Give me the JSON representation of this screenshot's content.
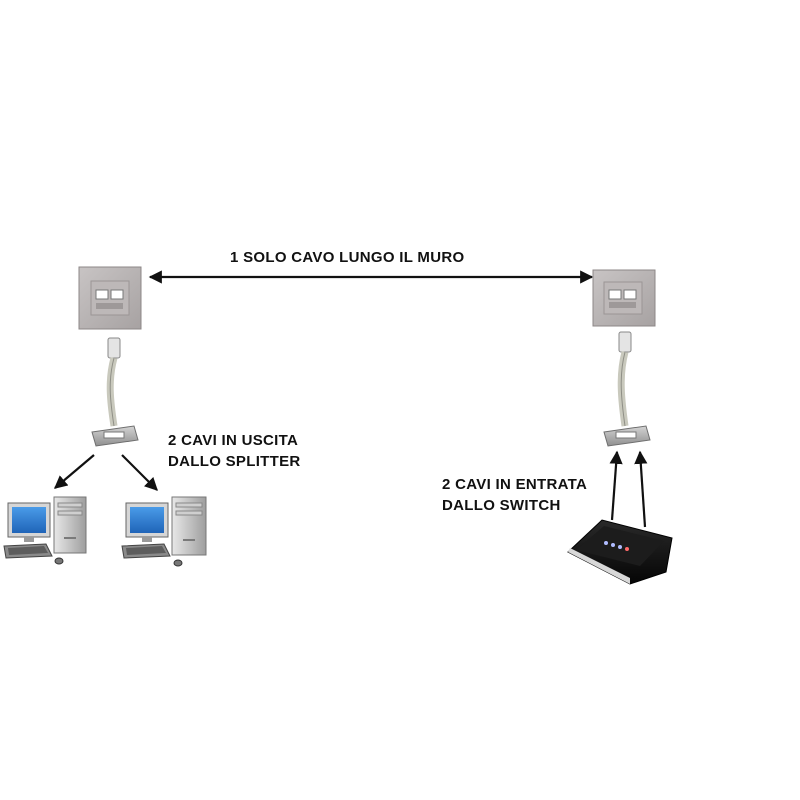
{
  "labels": {
    "wall_cable": "1 SOLO CAVO LUNGO IL MURO",
    "splitter_out_line1": "2 CAVI IN USCITA",
    "splitter_out_line2": "DALLO SPLITTER",
    "switch_in_line1": "2 CAVI IN ENTRATA",
    "switch_in_line2": "DALLO SWITCH"
  },
  "colors": {
    "arrow": "#111111",
    "wall_plate": "#b9b4b4",
    "cable": "#c9c9bd",
    "monitor_screen": "#2f7fd6",
    "router_body": "#161616"
  }
}
